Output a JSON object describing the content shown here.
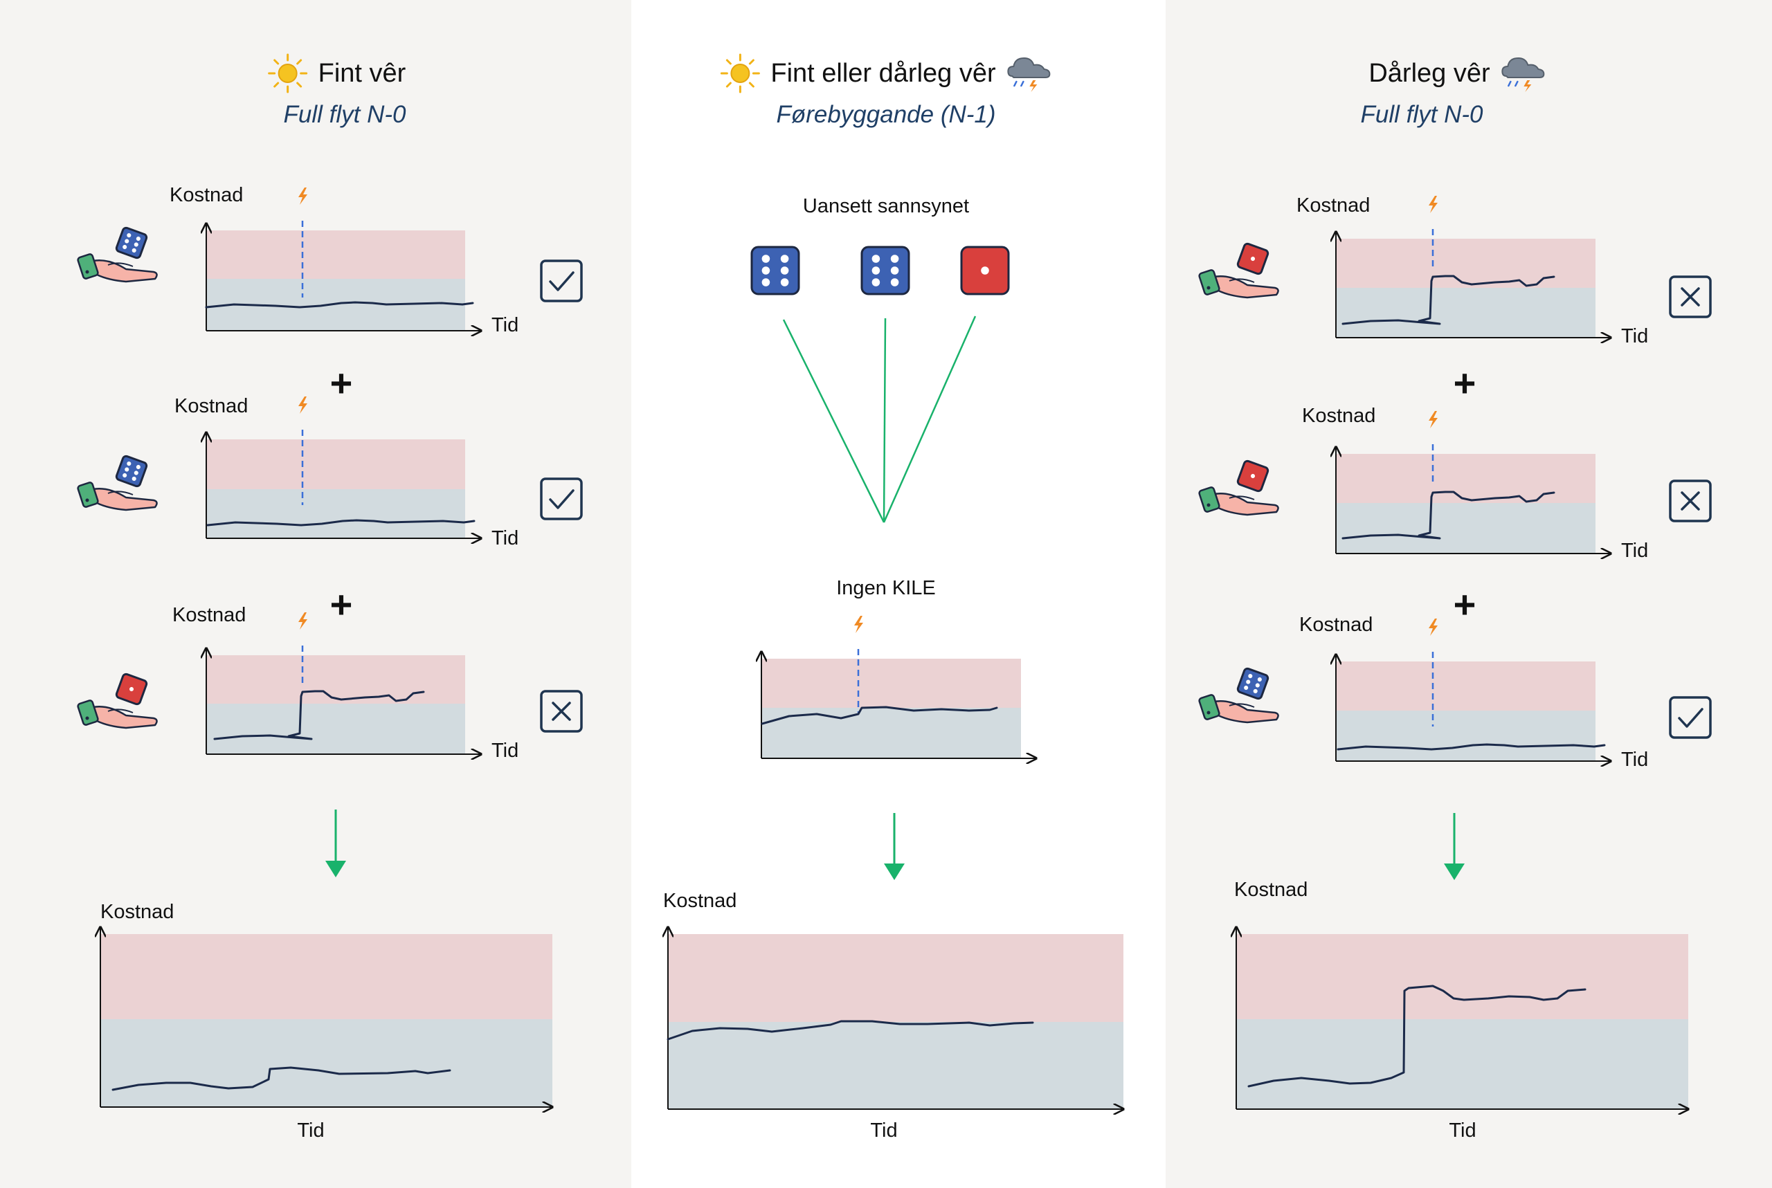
{
  "columns": [
    {
      "title": "Fint vêr",
      "subtitle": "Full flyt N-0",
      "weather_icons": [
        "sun-icon"
      ],
      "scenarios": [
        {
          "die": "six-blue",
          "outcome": "check"
        },
        {
          "die": "six-blue",
          "outcome": "check"
        },
        {
          "die": "one-red",
          "outcome": "cross"
        }
      ],
      "result_label": "Tid"
    },
    {
      "title": "Fint eller dårleg vêr",
      "subtitle": "Førebyggande (N-1)",
      "weather_icons": [
        "sun-icon",
        "storm-cloud-icon"
      ],
      "note": "Uansett sannsynet",
      "dice": [
        "six-blue",
        "six-blue",
        "one-red"
      ],
      "middle_label": "Ingen KILE",
      "result_label": "Tid"
    },
    {
      "title": "Dårleg vêr",
      "subtitle": "Full flyt N-0",
      "weather_icons": [
        "storm-cloud-icon"
      ],
      "scenarios": [
        {
          "die": "one-red",
          "outcome": "cross"
        },
        {
          "die": "one-red",
          "outcome": "cross"
        },
        {
          "die": "six-blue",
          "outcome": "check"
        }
      ],
      "result_label": "Tid"
    }
  ],
  "axis": {
    "y": "Kostnad",
    "x": "Tid"
  },
  "plus": "+",
  "colors": {
    "zone_high": "#ebd2d3",
    "zone_low": "#d2dbdf",
    "curve": "#1b2a4a",
    "fault_line": "#3a6fd8",
    "lightning": "#f08a24",
    "green": "#19b26b",
    "die_blue": "#3d62b3",
    "die_red": "#d9403d",
    "box_stroke": "#1f3550",
    "subtitle": "#1f3f66"
  }
}
